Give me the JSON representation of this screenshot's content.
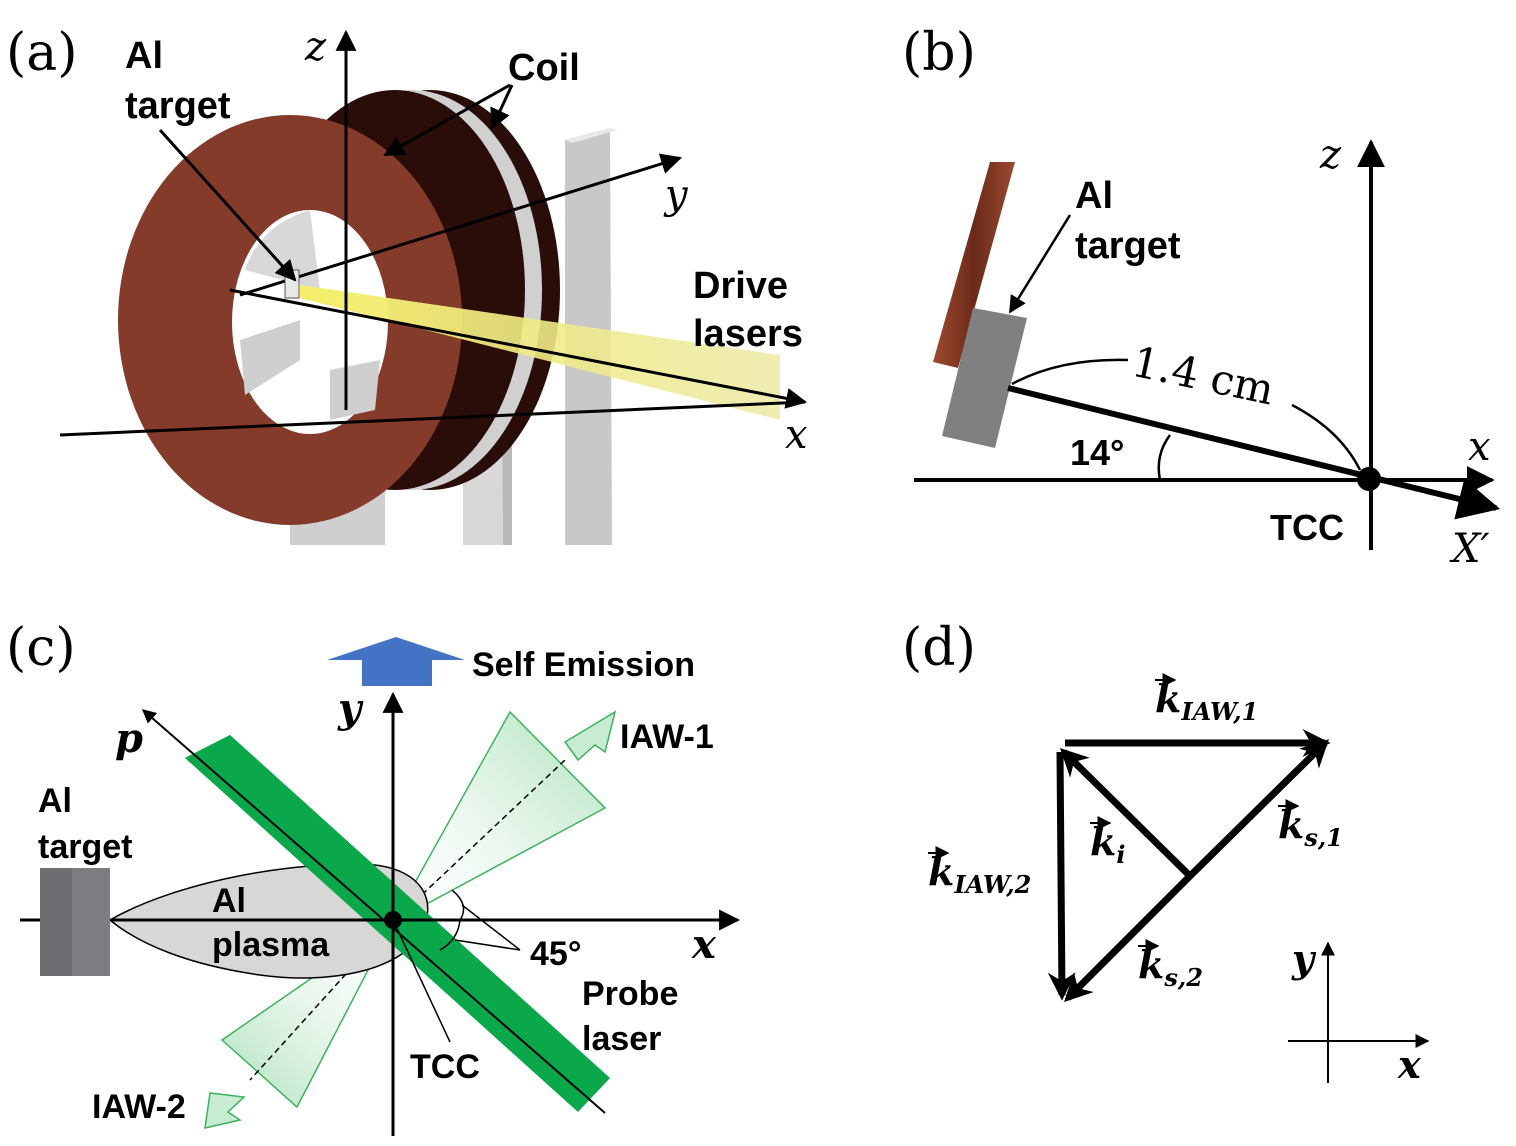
{
  "panels": {
    "a": {
      "label": "(a)",
      "target_label": [
        "Al",
        "target"
      ],
      "coil_label": "Coil",
      "laser_label": [
        "Drive",
        "lasers"
      ],
      "axes": {
        "z": "z",
        "y": "y",
        "x": "x"
      }
    },
    "b": {
      "label": "(b)",
      "target_label": [
        "Al",
        "target"
      ],
      "distance": "1.4 cm",
      "angle": "14°",
      "center": "TCC",
      "axes": {
        "z": "z",
        "x": "x",
        "xprime": "X′"
      }
    },
    "c": {
      "label": "(c)",
      "emission": "Self Emission",
      "target_label": [
        "Al",
        "target"
      ],
      "plasma_label": [
        "Al",
        "plasma"
      ],
      "angle": "45°",
      "center": "TCC",
      "probe_label": [
        "Probe",
        "laser"
      ],
      "iaw1": "IAW-1",
      "iaw2": "IAW-2",
      "axes": {
        "y": "y",
        "x": "x",
        "p": "p"
      }
    },
    "d": {
      "label": "(d)",
      "k_iaw1": {
        "base": "k",
        "sub": "IAW,1"
      },
      "k_iaw2": {
        "base": "k",
        "sub": "IAW,2"
      },
      "k_i": {
        "base": "k",
        "sub": "i"
      },
      "k_s1": {
        "base": "k",
        "sub": "s,1"
      },
      "k_s2": {
        "base": "k",
        "sub": "s,2"
      },
      "axes": {
        "y": "y",
        "x": "x"
      }
    }
  },
  "colors": {
    "copper": "#843b2a",
    "copper_dark": "#2a0d08",
    "frame_gray": "#d3d3d3",
    "laser_yellow": "#f2ec7a",
    "probe_green": "#0aa84a",
    "iaw_green": "#b8e6c4",
    "emission_blue": "#4472c4",
    "plasma_gray": "#d9d6d6",
    "target_gray": "#6e6e72"
  }
}
